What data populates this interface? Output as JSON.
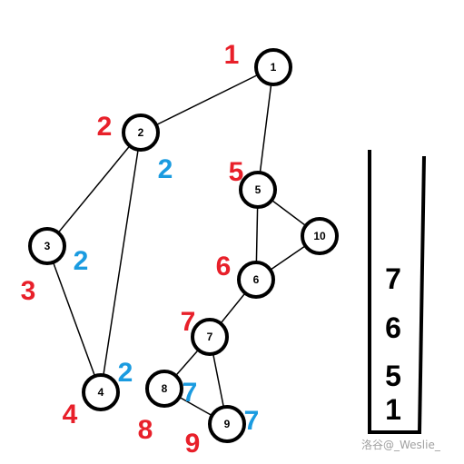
{
  "colors": {
    "edge": "#000000",
    "node_stroke": "#000000",
    "node_fill": "#ffffff",
    "dfn_label": "#e8202a",
    "low_label": "#1a9be0",
    "stack_text": "#000000",
    "watermark": "#a0a0a0"
  },
  "graph": {
    "nodes": [
      {
        "id": "1",
        "dfn": "1",
        "low": ""
      },
      {
        "id": "2",
        "dfn": "2",
        "low": "2"
      },
      {
        "id": "3",
        "dfn": "3",
        "low": "2"
      },
      {
        "id": "4",
        "dfn": "4",
        "low": "2"
      },
      {
        "id": "5",
        "dfn": "5",
        "low": ""
      },
      {
        "id": "6",
        "dfn": "6",
        "low": ""
      },
      {
        "id": "7",
        "dfn": "7",
        "low": ""
      },
      {
        "id": "8",
        "dfn": "8",
        "low": "7"
      },
      {
        "id": "9",
        "dfn": "9",
        "low": "7"
      },
      {
        "id": "10",
        "dfn": "",
        "low": ""
      }
    ],
    "edges": [
      [
        "1",
        "2"
      ],
      [
        "1",
        "5"
      ],
      [
        "2",
        "3"
      ],
      [
        "2",
        "4"
      ],
      [
        "3",
        "4"
      ],
      [
        "5",
        "6"
      ],
      [
        "5",
        "10"
      ],
      [
        "6",
        "10"
      ],
      [
        "6",
        "7"
      ],
      [
        "7",
        "8"
      ],
      [
        "7",
        "9"
      ],
      [
        "8",
        "9"
      ]
    ]
  },
  "stack": {
    "items": [
      "7",
      "6",
      "5",
      "1"
    ]
  },
  "watermark": "洛谷@_Weslie_"
}
